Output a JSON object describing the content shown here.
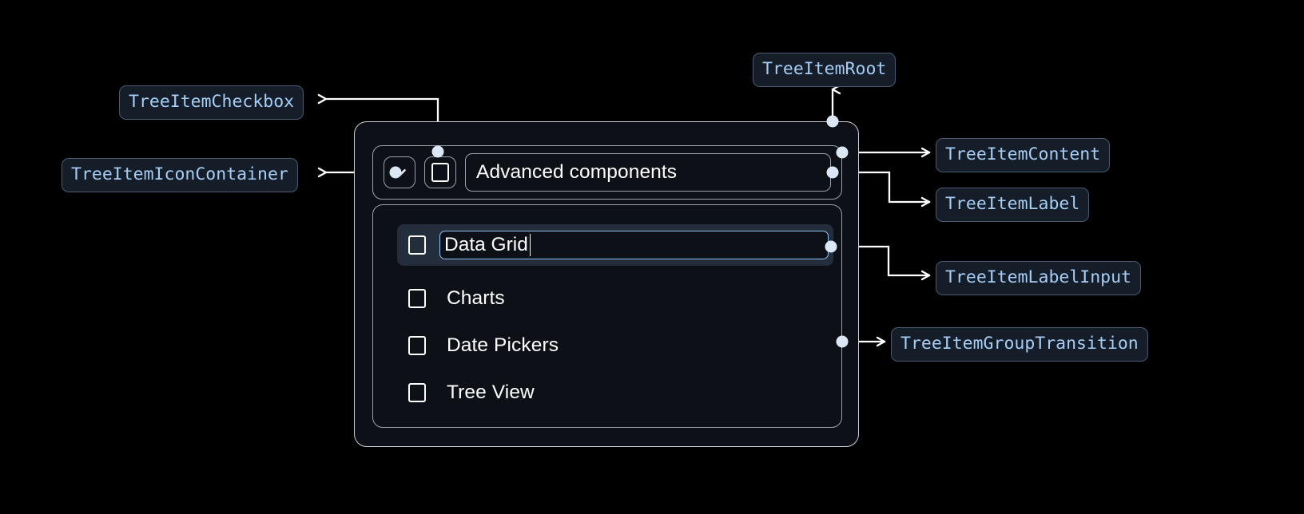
{
  "canvas": {
    "background": "#000000",
    "accent_label_text": "#a5cdf5",
    "accent_label_bg": "#151d28",
    "accent_label_border": "#4a5b72",
    "wire_color": "#ffffff",
    "dot_color": "#dbe7f5",
    "card_bg": "#0d1117",
    "card_border": "#c9cdd3",
    "inner_border": "#9aa1aa",
    "selected_row_bg": "#232d3b",
    "input_focus_border": "#8fc2f0"
  },
  "annotations": [
    {
      "id": "tree-item-checkbox",
      "label": "TreeItemCheckbox"
    },
    {
      "id": "tree-item-icon-container",
      "label": "TreeItemIconContainer"
    },
    {
      "id": "tree-item-root",
      "label": "TreeItemRoot"
    },
    {
      "id": "tree-item-content",
      "label": "TreeItemContent"
    },
    {
      "id": "tree-item-label",
      "label": "TreeItemLabel"
    },
    {
      "id": "tree-item-label-input",
      "label": "TreeItemLabelInput"
    },
    {
      "id": "tree-item-group-transition",
      "label": "TreeItemGroupTransition"
    }
  ],
  "tree": {
    "root_item": {
      "icon": "chevron-down-icon",
      "expanded": true,
      "checkbox_checked": false,
      "label": "Advanced components"
    },
    "children": [
      {
        "label": "Data Grid",
        "checked": false,
        "editing": true
      },
      {
        "label": "Charts",
        "checked": false,
        "editing": false
      },
      {
        "label": "Date Pickers",
        "checked": false,
        "editing": false
      },
      {
        "label": "Tree View",
        "checked": false,
        "editing": false
      }
    ]
  }
}
